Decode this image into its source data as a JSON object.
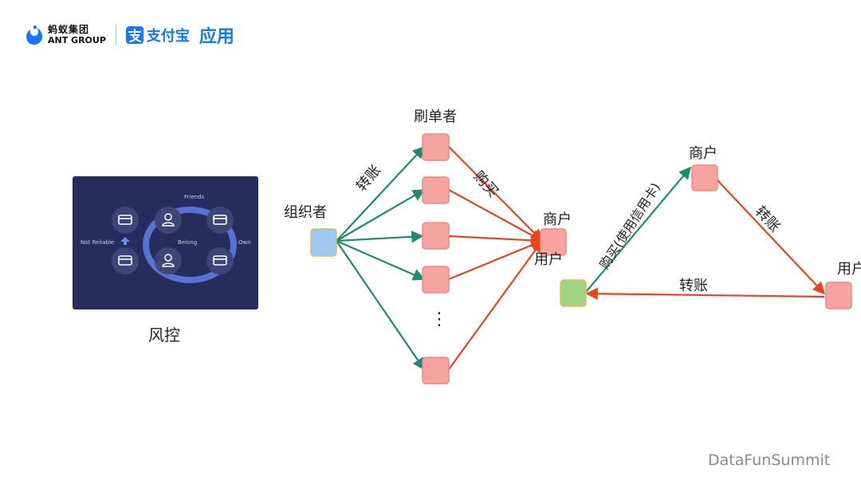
{
  "header": {
    "ant_cn": "蚂蚁集团",
    "ant_en": "ANT GROUP",
    "alipay_name": "支付宝",
    "app_label": "应用"
  },
  "panel": {
    "friends": "Friends",
    "not_reliable": "Not Reliable",
    "belong": "Belong",
    "own": "Own"
  },
  "caption": "风控",
  "diagram1": {
    "organizer": "组织者",
    "brusher": "刷单者",
    "merchant": "商户",
    "user": "用户",
    "edge_transfer": "转账",
    "edge_buy": "购买",
    "ellipsis": "⋮"
  },
  "diagram2": {
    "merchant": "商户",
    "user_right": "用户",
    "edge_buy_credit": "购买(使用信用卡)",
    "edge_transfer_right": "转账",
    "edge_transfer_bottom": "转账"
  },
  "footer": "DataFunSummit",
  "colors": {
    "green_edge": "#1e8a6e",
    "red_edge": "#e8451e",
    "pink_node": "#f7a3a0",
    "blue_node": "#9ccaf0",
    "green_node": "#9fd480",
    "brand_blue": "#1677ff",
    "panel_bg": "#262d5d"
  }
}
